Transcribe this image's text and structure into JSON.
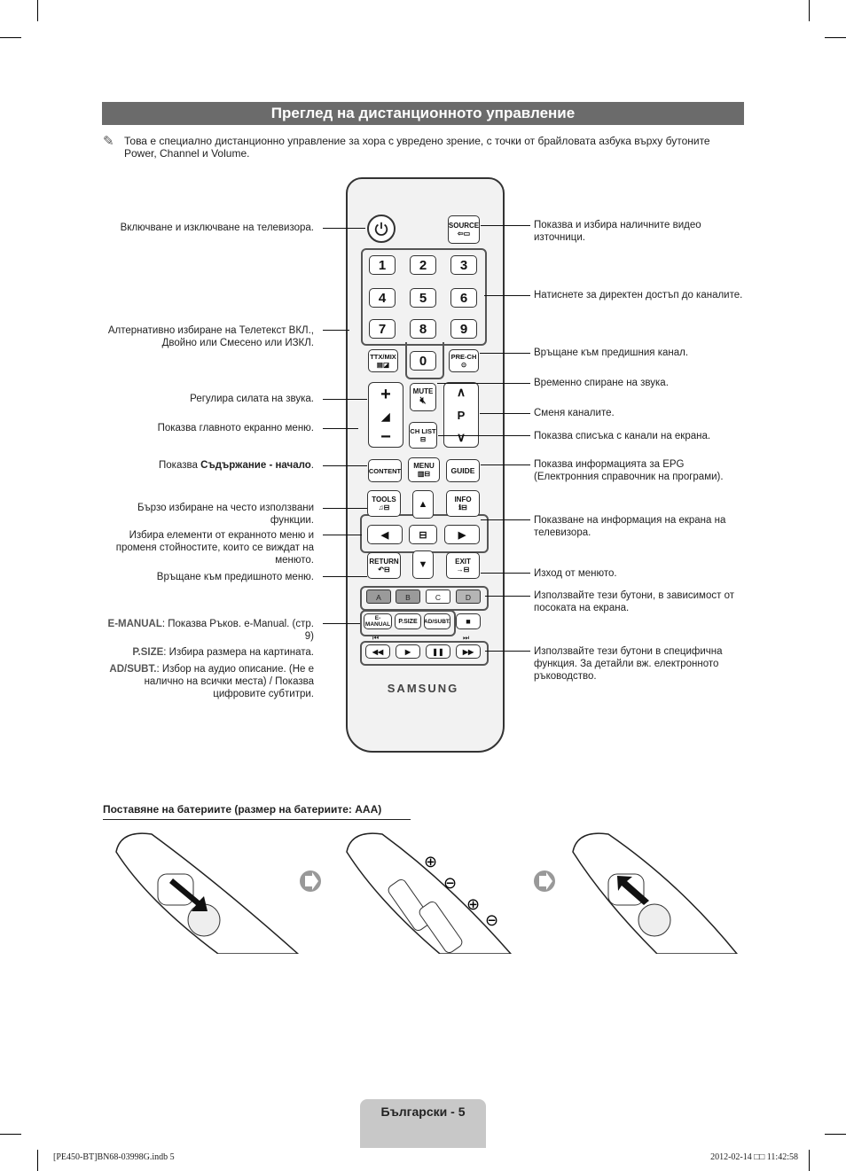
{
  "heading": "Преглед на дистанционното управление",
  "note": "Това е специално дистанционно управление за хора с увредено зрение, с точки от брайловата азбука върху бутоните Power, Channel и Volume.",
  "labels_left": {
    "power": "Включване и изключване на телевизора.",
    "ttx": "Алтернативно избиране на Телетекст ВКЛ., Двойно или Смесено или ИЗКЛ.",
    "volume": "Регулира силата на звука.",
    "menu": "Показва главното екранно меню.",
    "content_pre": "Показва ",
    "content_bold": "Съдържание - начало",
    "content_post": ".",
    "tools": "Бързо избиране на често използвани функции.",
    "nav": "Избира елементи от екранното меню и променя стойностите, които се виждат на менюто.",
    "return": "Връщане към предишното меню.",
    "emanual_bold": "E-MANUAL",
    "emanual": ": Показва Ръков. e-Manual. (стр. 9)",
    "psize_bold": "P.SIZE",
    "psize": ": Избира размера на картината.",
    "adsubt_bold": "AD/SUBT.",
    "adsubt": ": Избор на аудио описание. (Не е налично на всички места) / Показва цифровите субтитри."
  },
  "labels_right": {
    "source": "Показва и избира наличните видео източници.",
    "numbers": "Натиснете за директен достъп до каналите.",
    "prech": "Връщане към предишния канал.",
    "mute": "Временно спиране на звука.",
    "channel": "Сменя каналите.",
    "chlist": "Показва списъка с канали на екрана.",
    "guide": "Показва информацията за EPG (Електронния справочник на програми).",
    "info": "Показване на информация на екрана на телевизора.",
    "exit": "Изход от менюто.",
    "colors": "Използвайте тези бутони, в зависимост от посоката на екрана.",
    "playback": "Използвайте тези бутони в специфична функция. За детайли вж. електронното ръководство."
  },
  "remote": {
    "source": "SOURCE",
    "digits": [
      "1",
      "2",
      "3",
      "4",
      "5",
      "6",
      "7",
      "8",
      "9"
    ],
    "zero": "0",
    "ttx": "TTX/MIX",
    "prech": "PRE-CH",
    "mute": "MUTE",
    "chlist": "CH LIST",
    "ch_p": "P",
    "menu": "MENU",
    "content": "CONTENT",
    "guide": "GUIDE",
    "tools": "TOOLS",
    "info": "INFO",
    "return": "RETURN",
    "exit": "EXIT",
    "colors": [
      "A",
      "B",
      "C",
      "D"
    ],
    "emanual": "E-MANUAL",
    "psize": "P.SIZE",
    "adsubt": "AD/SUBT.",
    "brand": "SAMSUNG",
    "color_hex": {
      "a": "#9a9a9a",
      "b": "#9a9a9a",
      "c": "#ffffff",
      "d": "#b5b5b5"
    }
  },
  "battery_title": "Поставяне на батериите (размер на батериите: AAA)",
  "footer": "Български - 5",
  "imprint_left": "[PE450-BT]BN68-03998G.indb   5",
  "imprint_right": "2012-02-14   □□ 11:42:58"
}
